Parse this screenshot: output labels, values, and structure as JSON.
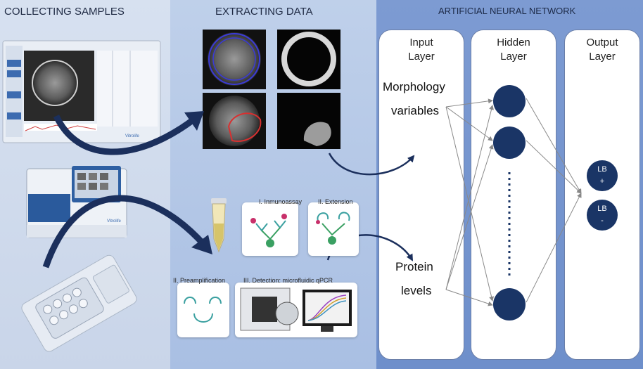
{
  "panels": {
    "collecting": "COLLECTING SAMPLES",
    "extracting": "EXTRACTING DATA",
    "ann": "ARTIFICIAL NEURAL NETWORK"
  },
  "network": {
    "input_title": [
      "Input",
      "Layer"
    ],
    "hidden_title": [
      "Hidden",
      "Layer"
    ],
    "output_title": [
      "Output",
      "Layer"
    ],
    "input_labels": {
      "morphology": [
        "Morphology",
        "variables"
      ],
      "protein": [
        "Protein",
        "levels"
      ]
    },
    "outputs": [
      {
        "line1": "LB",
        "line2": "+"
      },
      {
        "line1": "LB",
        "line2": "-"
      }
    ]
  },
  "assay_steps": {
    "immunoassay": "I. Inmunoassay",
    "extension": "II. Extension",
    "preamp": "II. Preamplification",
    "detection": "III. Detection: microfluidic qPCR"
  },
  "device": {
    "brand": "Vitrolife"
  },
  "colors": {
    "node": "#1a3566",
    "arrow": "#1b2f5c",
    "panel_ann": "#7393cf"
  }
}
